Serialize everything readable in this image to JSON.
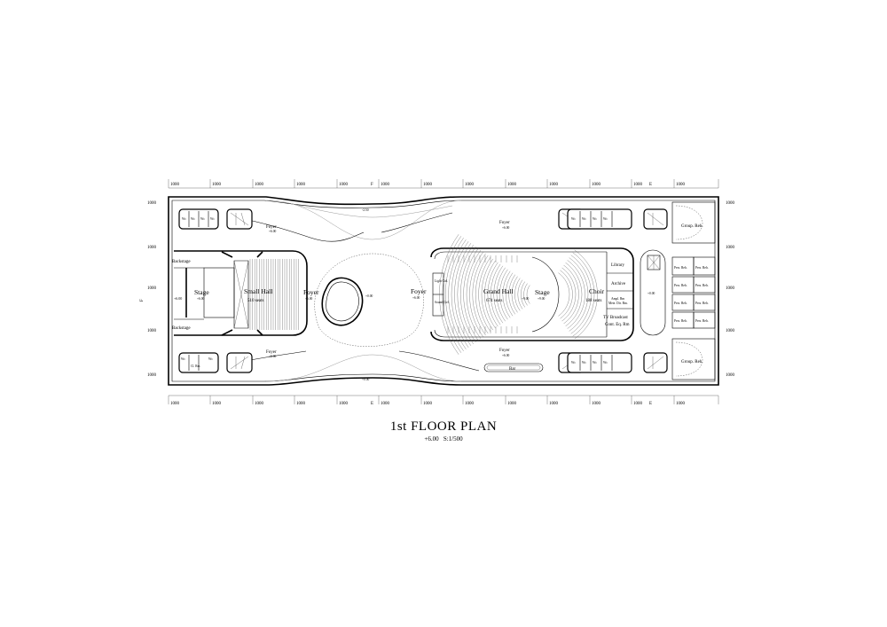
{
  "title": "1st FLOOR PLAN",
  "subtitle": "+6.00   S:1/500",
  "grid": {
    "dimension_label": "1000",
    "top_axis_letters": [
      "F",
      "E"
    ],
    "bottom_axis_letters": [
      "E",
      "E"
    ],
    "side_axis_letter": "F"
  },
  "levels": {
    "top_corridor": "-2.50",
    "foyer": "+6.00",
    "stage_small": "+6.00",
    "stage_grand": "+9.00",
    "bottom_corridor": "+0.00",
    "grand_mid": "+9.00",
    "core_mid": "+0.00"
  },
  "rooms": {
    "backstage_top": "Backstage",
    "backstage_bottom": "Backstage",
    "stage_small": "Stage",
    "small_hall": "Small Hall",
    "small_hall_seats": "510 seats",
    "foyer_left": "Foyer",
    "foyer_top_left": "Foyer",
    "foyer_bottom_left": "Foyer",
    "foyer_center": "Foyer",
    "foyer_top_right": "Foyer",
    "foyer_bottom_right": "Foyer",
    "grand_hall": "Grand Hall",
    "grand_hall_seats": "674 seats",
    "stage_grand": "Stage",
    "choir": "Choir",
    "choir_seats": "188 seats",
    "library": "Library",
    "archive": "Archive",
    "ampl": "Ampl. Rm",
    "ampl2": "Mete. Dir. Rm.",
    "tv_broadcast": "TV Broadcast",
    "tv_broadcast2": "Cont. Eq. Rm",
    "bar": "Bar",
    "group_reh_top": "Group. Reh.",
    "group_reh_bottom": "Group. Reh.",
    "pers_reh": "Pers. Reh.",
    "wc": "Wc",
    "cl_rm": "Cl. Rm",
    "light_ctrl": "Light Ctrl.",
    "sound_ctrl": "Sound Ctrl."
  }
}
